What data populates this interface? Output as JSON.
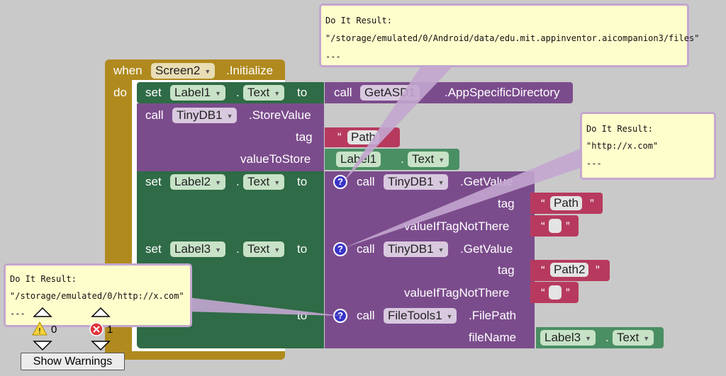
{
  "colors": {
    "event": "#b08a1e",
    "setter": "#2e6b46",
    "method": "#7b4c8c",
    "text": "#b73a5e",
    "getter": "#4a8f63",
    "tooltip_bg": "#fefdcc",
    "tooltip_border": "#c3a6cf"
  },
  "event_block": {
    "when": "when",
    "component": "Screen2",
    "event": ".Initialize",
    "do": "do"
  },
  "set1": {
    "set": "set",
    "component": "Label1",
    "prop": "Text",
    "to": "to",
    "call": "call",
    "method_component": "GetASD1",
    "method": ".AppSpecificDirectory"
  },
  "store": {
    "call": "call",
    "component": "TinyDB1",
    "method": ".StoreValue",
    "tag_label": "tag",
    "tag_value": "Path",
    "value_label": "valueToStore",
    "value_component": "Label1",
    "value_prop": "Text"
  },
  "set2": {
    "set": "set",
    "component": "Label2",
    "prop": "Text",
    "to": "to",
    "call": "call",
    "method_component": "TinyDB1",
    "method": ".GetValue",
    "tag_label": "tag",
    "tag_value": "Path",
    "default_label": "valueIfTagNotThere",
    "default_value": " "
  },
  "set3": {
    "set": "set",
    "component": "Label3",
    "prop": "Text",
    "to": "to",
    "call": "call",
    "method_component": "TinyDB1",
    "method": ".GetValue",
    "tag_label": "tag",
    "tag_value": "Path2",
    "default_label": "valueIfTagNotThere",
    "default_value": " "
  },
  "set4": {
    "to": "to",
    "call": "call",
    "method_component": "FileTools1",
    "method": ".FilePath",
    "arg_label": "fileName",
    "arg_component": "Label3",
    "arg_prop": "Text"
  },
  "quote": "“",
  "quote_close": "”",
  "help_glyph": "?",
  "tooltips": [
    {
      "title": "Do It Result:",
      "value": "\"/storage/emulated/0/Android/data/edu.mit.appinventor.aicompanion3/files\"",
      "sep": "---"
    },
    {
      "title": "Do It Result:",
      "value": "\"http://x.com\"",
      "sep": "---"
    },
    {
      "title": "Do It Result:",
      "value": "\"/storage/emulated/0/http://x.com\"",
      "sep": "---"
    }
  ],
  "warnings": {
    "warning_count": "0",
    "error_count": "1",
    "show_warnings_label": "Show Warnings"
  }
}
